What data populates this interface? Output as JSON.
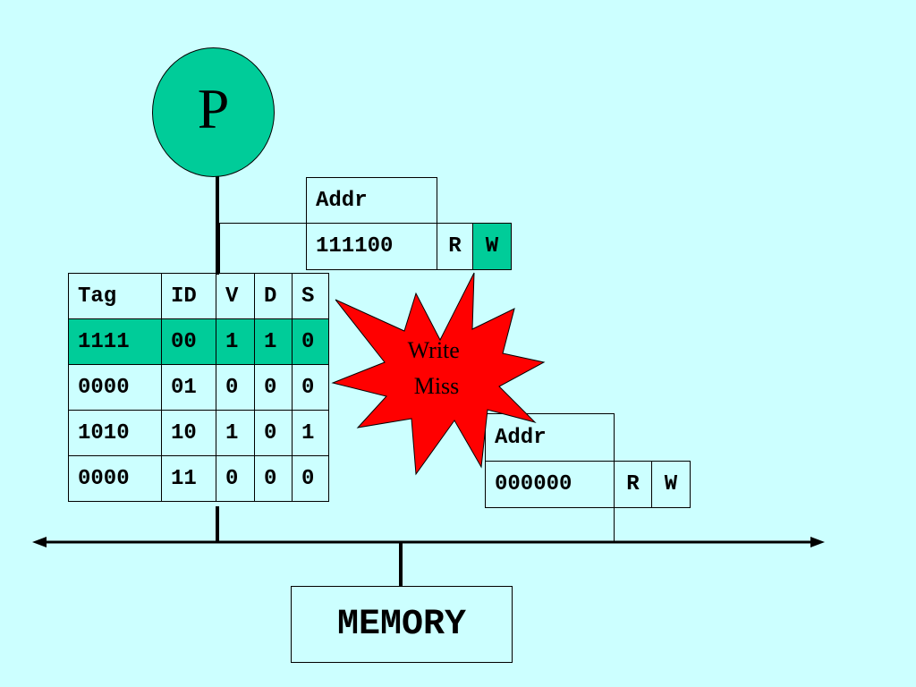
{
  "processor": {
    "label": "P"
  },
  "request_top": {
    "addr_label": "Addr",
    "address": "111100",
    "r_label": "R",
    "w_label": "W",
    "w_active": true
  },
  "cache": {
    "headers": [
      "Tag",
      "ID",
      "V",
      "D",
      "S"
    ],
    "rows": [
      [
        "1111",
        "00",
        "1",
        "1",
        "0"
      ],
      [
        "0000",
        "01",
        "0",
        "0",
        "0"
      ],
      [
        "1010",
        "10",
        "1",
        "0",
        "1"
      ],
      [
        "0000",
        "11",
        "0",
        "0",
        "0"
      ]
    ],
    "highlighted_row": 0
  },
  "event": {
    "line1": "Write",
    "line2": "Miss"
  },
  "request_bottom": {
    "addr_label": "Addr",
    "address": "000000",
    "r_label": "R",
    "w_label": "W"
  },
  "memory": {
    "label": "MEMORY"
  },
  "colors": {
    "background": "#ccffff",
    "highlight": "#00cc99",
    "burst": "#ff0000"
  }
}
